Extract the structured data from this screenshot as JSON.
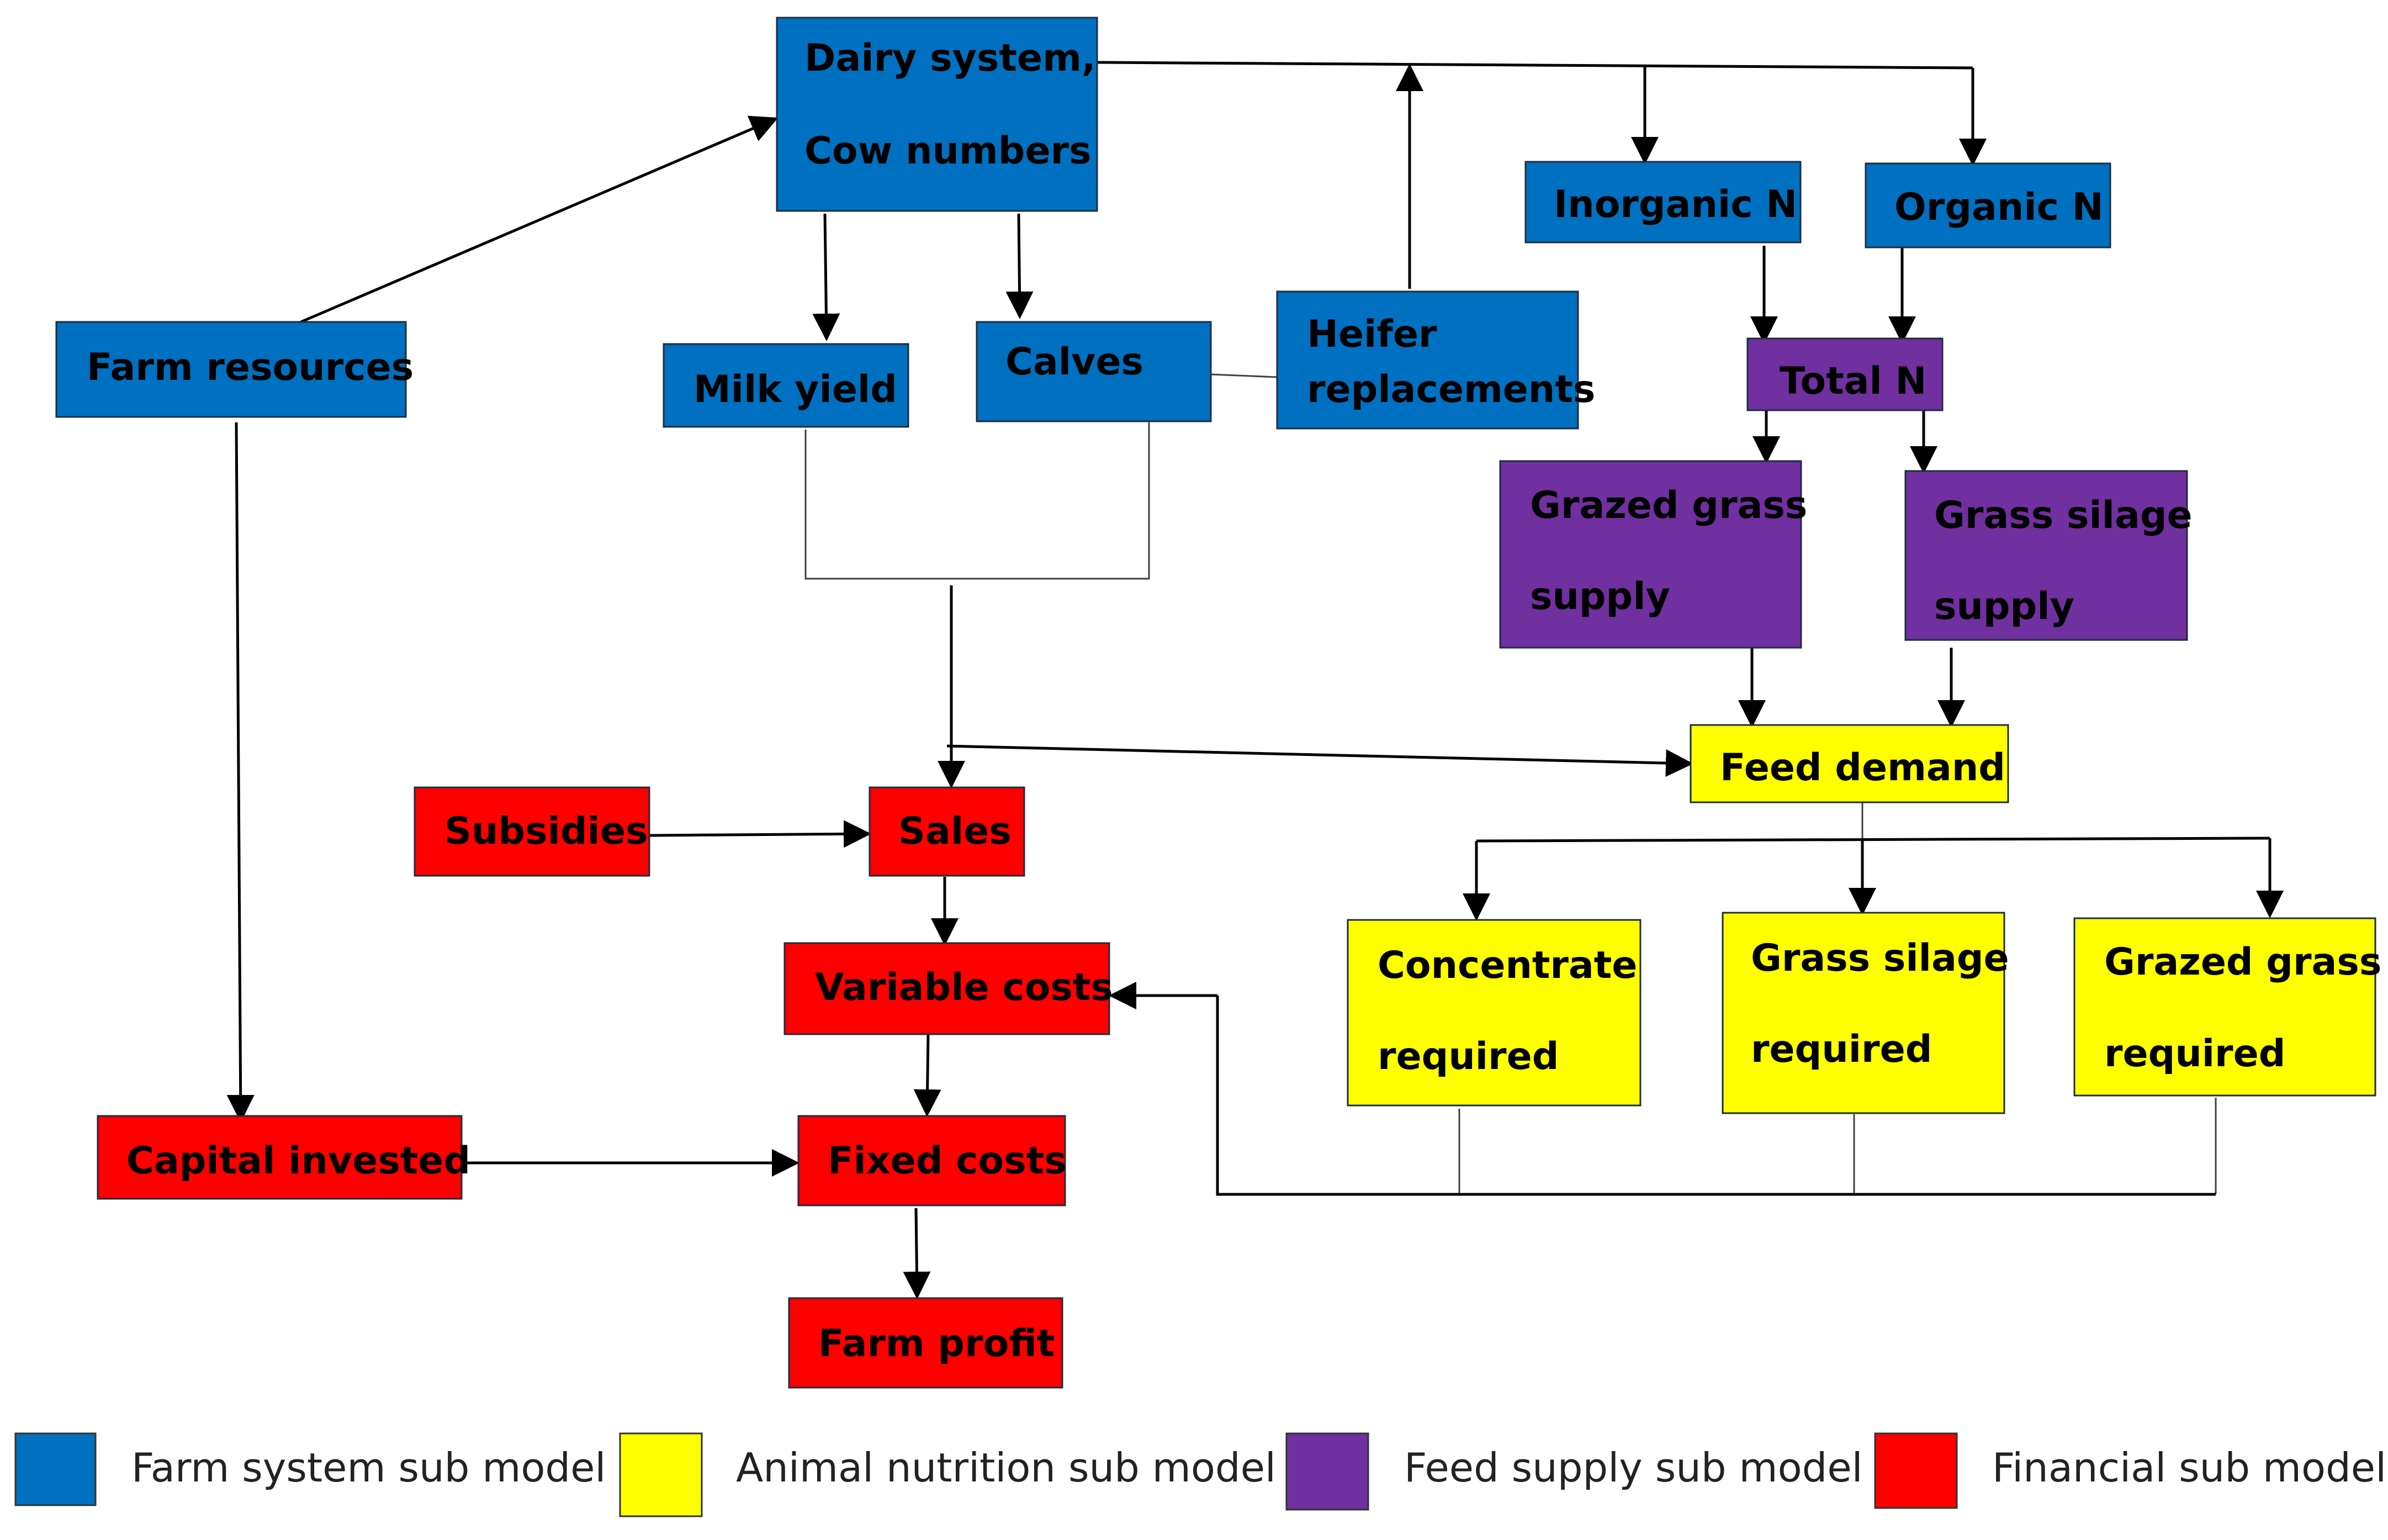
{
  "colors": {
    "farm_system": "#0070c0",
    "animal_nutrition": "#ffff00",
    "feed_supply": "#7030a0",
    "financial": "#ff0000",
    "text_light": "#ffffff",
    "text_dark": "#000000"
  },
  "nodes": {
    "dairy_system": [
      "Dairy system,",
      "Cow numbers"
    ],
    "farm_resources": [
      "Farm resources"
    ],
    "milk_yield": [
      "Milk yield"
    ],
    "calves": [
      "Calves"
    ],
    "heifer_replacements": [
      "Heifer",
      "replacements"
    ],
    "inorganic_n": [
      "Inorganic N"
    ],
    "organic_n": [
      "Organic N"
    ],
    "total_n": [
      "Total N"
    ],
    "grazed_grass_supply": [
      "Grazed grass",
      "supply"
    ],
    "grass_silage_supply": [
      "Grass silage",
      "supply"
    ],
    "feed_demand": [
      "Feed demand"
    ],
    "concentrate_required": [
      "Concentrate",
      "required"
    ],
    "grass_silage_required": [
      "Grass silage",
      "required"
    ],
    "grazed_grass_required": [
      "Grazed grass",
      "required"
    ],
    "subsidies": [
      "Subsidies"
    ],
    "sales": [
      "Sales"
    ],
    "variable_costs": [
      "Variable costs"
    ],
    "capital_invested": [
      "Capital invested"
    ],
    "fixed_costs": [
      "Fixed costs"
    ],
    "farm_profit": [
      "Farm profit"
    ]
  },
  "legend": [
    {
      "label": "Farm system sub model",
      "color": "#0070c0"
    },
    {
      "label": "Animal nutrition sub model",
      "color": "#ffff00"
    },
    {
      "label": "Feed supply sub model",
      "color": "#7030a0"
    },
    {
      "label": "Financial sub model",
      "color": "#ff0000"
    }
  ]
}
